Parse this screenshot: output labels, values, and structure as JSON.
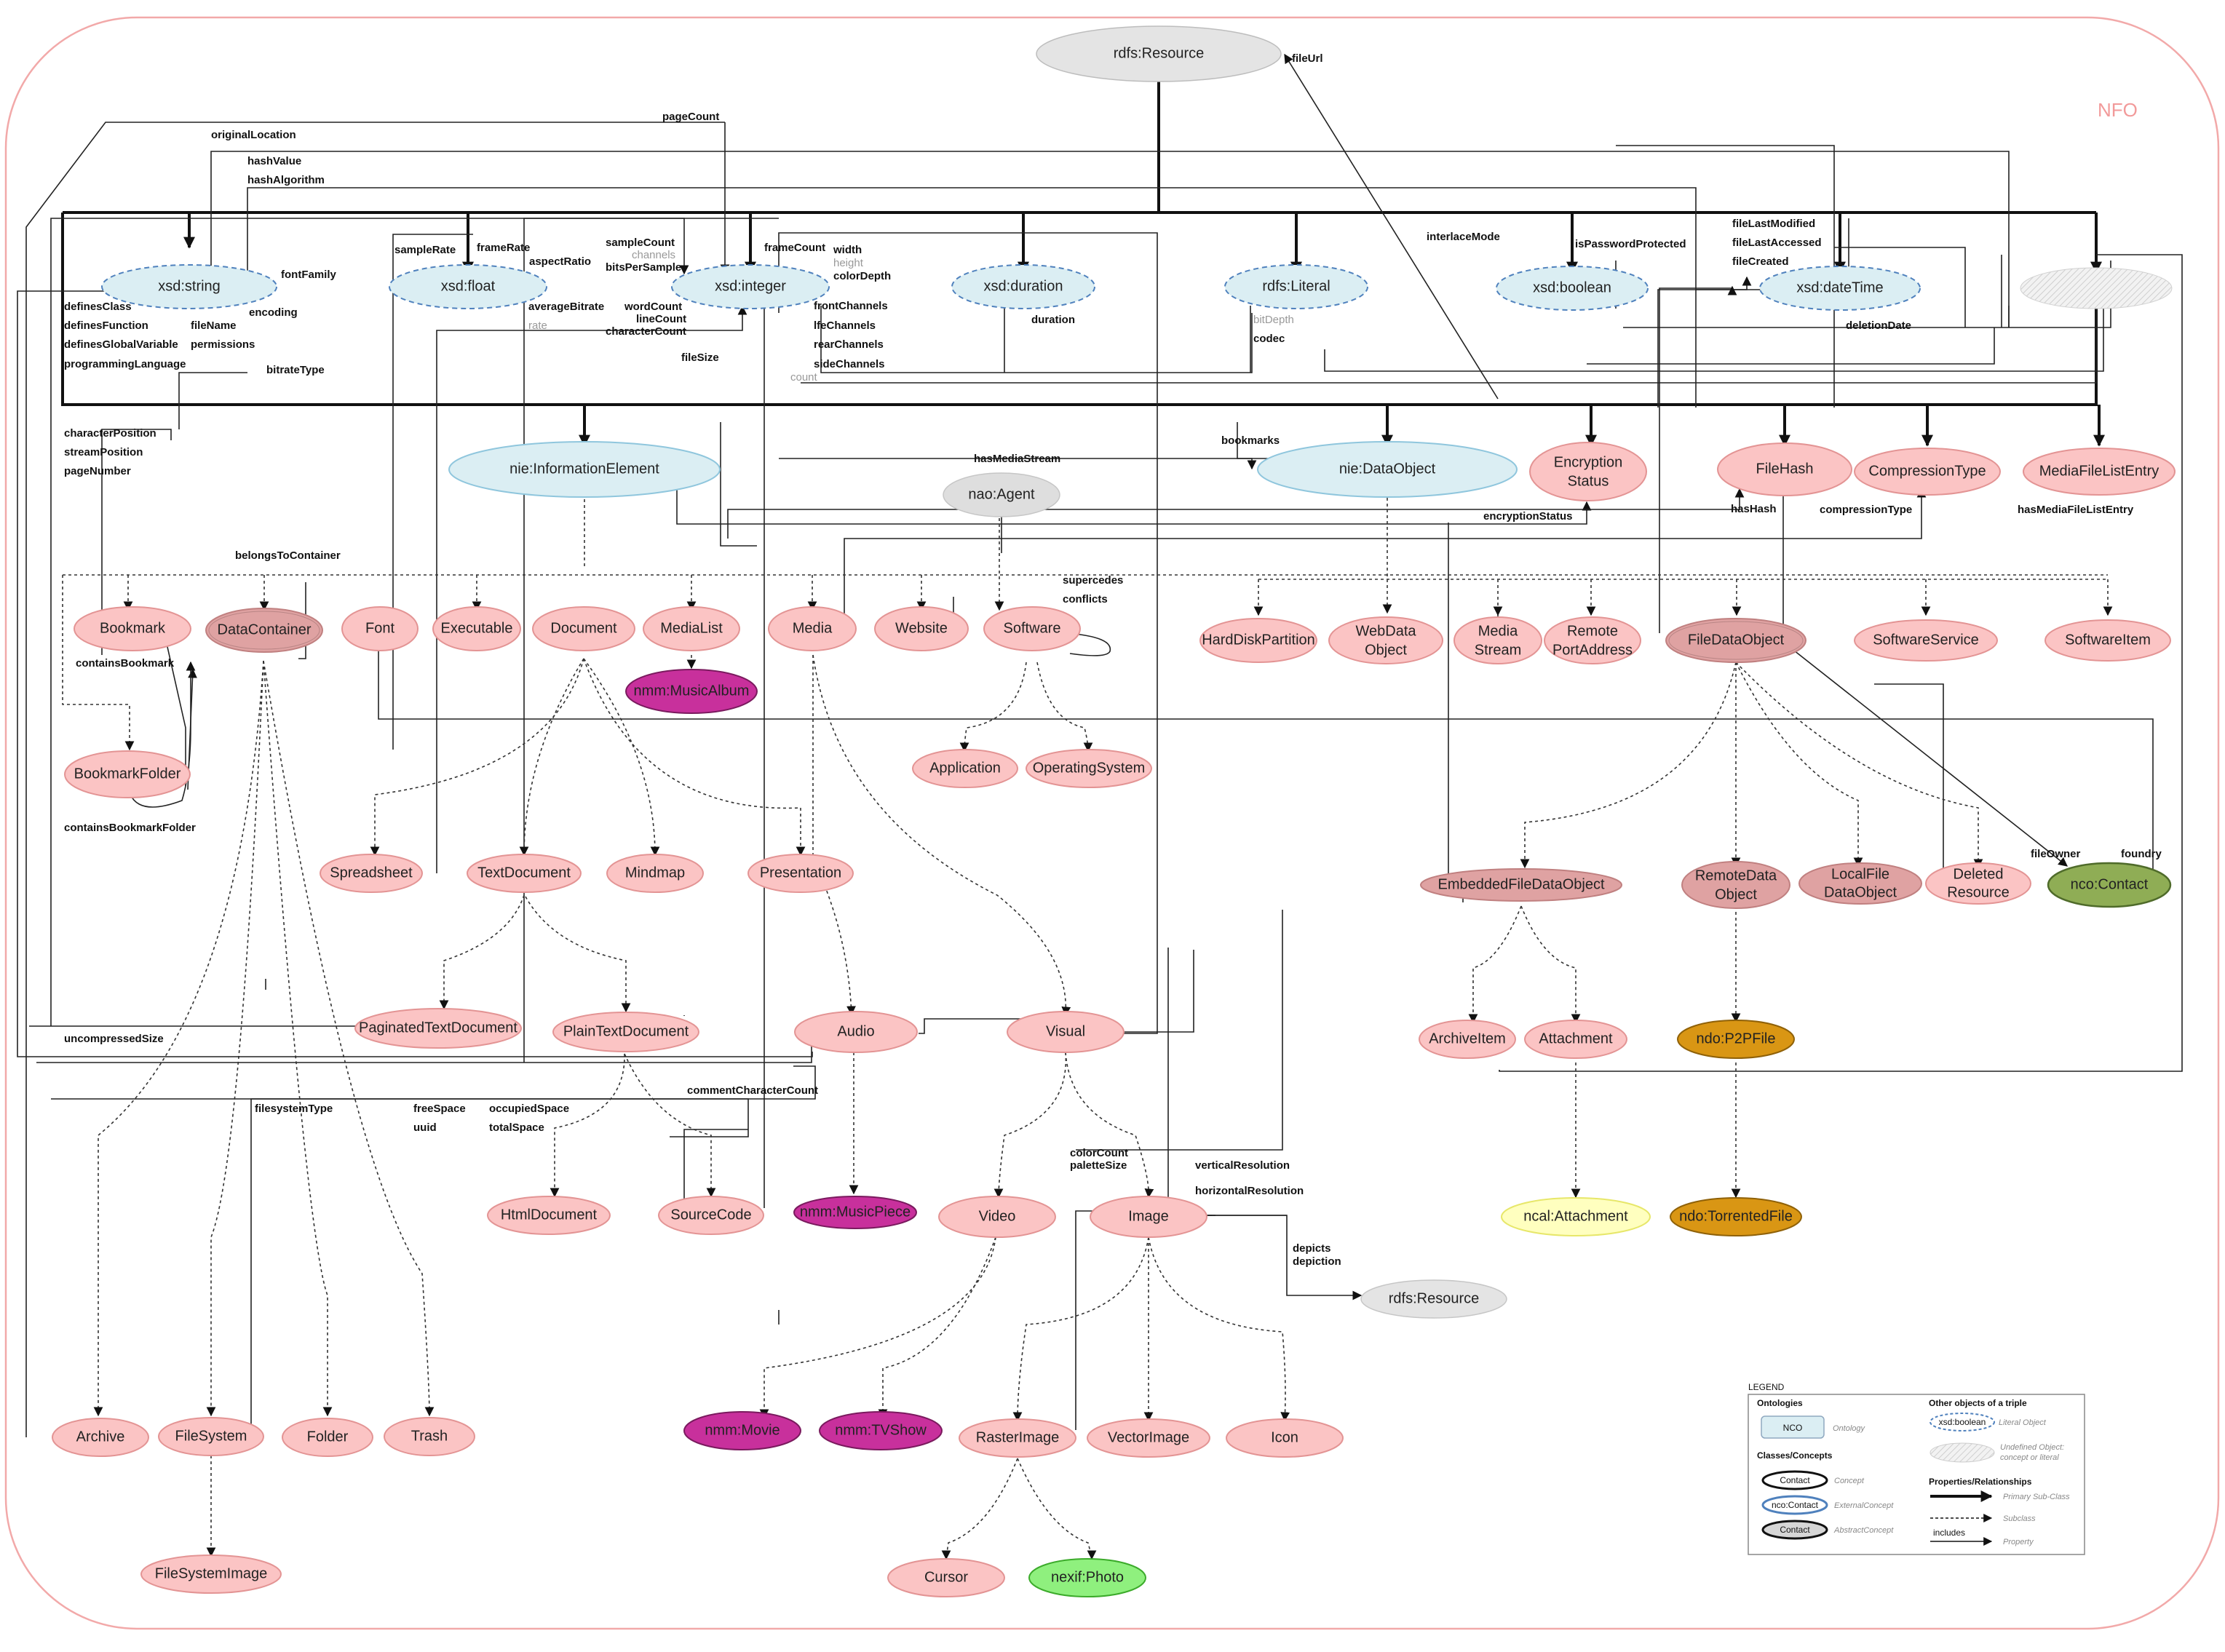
{
  "ontology_label": "NFO",
  "colors": {
    "concept_fill": "#fbc4c4",
    "concept_stroke": "#e39494",
    "abstract_fill": "#dfa2a2",
    "music_fill": "#c8309c",
    "external_fill": "#dbeef3",
    "grey_fill": "#e4e4e4",
    "contact_fill": "#8fad55",
    "p2p_fill": "#d99614",
    "attachment_fill": "#ffffbf",
    "photo_fill": "#8ff07e",
    "frame_stroke": "#f2a9a9",
    "nfo_label": "#f29a9a"
  },
  "nodes": {
    "rdfs_resource_top": "rdfs:Resource",
    "xsd_string": "xsd:string",
    "xsd_float": "xsd:float",
    "xsd_integer": "xsd:integer",
    "xsd_duration": "xsd:duration",
    "rdfs_literal": "rdfs:Literal",
    "xsd_boolean": "xsd:boolean",
    "xsd_datetime": "xsd:dateTime",
    "undefined_node": "",
    "information_element": "nie:InformationElement",
    "data_object": "nie:DataObject",
    "nao_agent": "nao:Agent",
    "encryption_status_1": "Encryption",
    "encryption_status_2": "Status",
    "file_hash": "FileHash",
    "compression_type": "CompressionType",
    "media_file_list_entry": "MediaFileListEntry",
    "bookmark": "Bookmark",
    "data_container": "DataContainer",
    "font": "Font",
    "executable": "Executable",
    "document": "Document",
    "media_list": "MediaList",
    "media": "Media",
    "website": "Website",
    "software": "Software",
    "music_album": "nmm:MusicAlbum",
    "bookmark_folder": "BookmarkFolder",
    "application": "Application",
    "operating_system": "OperatingSystem",
    "spreadsheet": "Spreadsheet",
    "text_document": "TextDocument",
    "mindmap": "Mindmap",
    "presentation": "Presentation",
    "paginated_text_document": "PaginatedTextDocument",
    "plain_text_document": "PlainTextDocument",
    "audio": "Audio",
    "visual": "Visual",
    "html_document": "HtmlDocument",
    "source_code": "SourceCode",
    "music_piece": "nmm:MusicPiece",
    "video": "Video",
    "image": "Image",
    "rdfs_resource_bottom": "rdfs:Resource",
    "archive": "Archive",
    "file_system": "FileSystem",
    "folder": "Folder",
    "trash": "Trash",
    "movie": "nmm:Movie",
    "tvshow": "nmm:TVShow",
    "raster_image": "RasterImage",
    "vector_image": "VectorImage",
    "icon": "Icon",
    "file_system_image": "FileSystemImage",
    "cursor": "Cursor",
    "photo": "nexif:Photo",
    "hard_disk_partition": "HardDiskPartition",
    "web_data_object_1": "WebData",
    "web_data_object_2": "Object",
    "media_stream_1": "Media",
    "media_stream_2": "Stream",
    "remote_port_address_1": "Remote",
    "remote_port_address_2": "PortAddress",
    "file_data_object": "FileDataObject",
    "software_service": "SoftwareService",
    "software_item": "SoftwareItem",
    "embedded_file_data_object": "EmbeddedFileDataObject",
    "remote_data_object_1": "RemoteData",
    "remote_data_object_2": "Object",
    "local_file_data_object_1": "LocalFile",
    "local_file_data_object_2": "DataObject",
    "deleted_resource_1": "Deleted",
    "deleted_resource_2": "Resource",
    "nco_contact": "nco:Contact",
    "archive_item": "ArchiveItem",
    "attachment": "Attachment",
    "p2p_file": "ndo:P2PFile",
    "ncal_attachment": "ncal:Attachment",
    "torrented_file": "ndo:TorrentedFile"
  },
  "properties": {
    "file_url": "fileUrl",
    "page_count": "pageCount",
    "original_location": "originalLocation",
    "hash_value": "hashValue",
    "hash_algorithm": "hashAlgorithm",
    "sample_rate": "sampleRate",
    "frame_rate": "frameRate",
    "aspect_ratio": "aspectRatio",
    "sample_count": "sampleCount",
    "channels": "channels",
    "bits_per_sample": "bitsPerSample",
    "frame_count": "frameCount",
    "width": "width",
    "height": "height",
    "color_depth": "colorDepth",
    "interlace_mode": "interlaceMode",
    "is_password_protected": "isPasswordProtected",
    "file_last_modified": "fileLastModified",
    "file_last_accessed": "fileLastAccessed",
    "file_created": "fileCreated",
    "font_family": "fontFamily",
    "defines_class": "definesClass",
    "defines_function": "definesFunction",
    "defines_global_variable": "definesGlobalVariable",
    "programming_language": "programmingLanguage",
    "encoding": "encoding",
    "file_name": "fileName",
    "permissions": "permissions",
    "average_bitrate": "averageBitrate",
    "rate": "rate",
    "word_count": "wordCount",
    "line_count": "lineCount",
    "character_count": "characterCount",
    "front_channels": "frontChannels",
    "lfe_channels": "lfeChannels",
    "rear_channels": "rearChannels",
    "side_channels": "sideChannels",
    "duration": "duration",
    "bit_depth": "bitDepth",
    "codec": "codec",
    "deletion_date": "deletionDate",
    "bitrate_type": "bitrateType",
    "file_size": "fileSize",
    "count": "count",
    "character_position": "characterPosition",
    "stream_position": "streamPosition",
    "page_number": "pageNumber",
    "bookmarks": "bookmarks",
    "has_media_stream": "hasMediaStream",
    "encryption_status": "encryptionStatus",
    "has_hash": "hasHash",
    "compression_type": "compressionType",
    "has_media_file_list_entry": "hasMediaFileListEntry",
    "belongs_to_container": "belongsToContainer",
    "supercedes": "supercedes",
    "conflicts": "conflicts",
    "contains_bookmark": "containsBookmark",
    "contains_bookmark_folder": "containsBookmarkFolder",
    "uncompressed_size": "uncompressedSize",
    "comment_character_count": "commentCharacterCount",
    "filesystem_type": "filesystemType",
    "free_space": "freeSpace",
    "uuid": "uuid",
    "occupied_space": "occupiedSpace",
    "total_space": "totalSpace",
    "color_count": "colorCount",
    "palette_size": "paletteSize",
    "vertical_resolution": "verticalResolution",
    "horizontal_resolution": "horizontalResolution",
    "depicts": "depicts",
    "depiction": "depiction",
    "file_owner": "fileOwner",
    "foundry": "foundry"
  },
  "legend": {
    "title": "LEGEND",
    "ontologies": "Ontologies",
    "nco": "NCO",
    "ontology": "Ontology",
    "classes_concepts": "Classes/Concepts",
    "contact": "Contact",
    "concept": "Concept",
    "nco_contact": "nco:Contact",
    "external_concept": "ExternalConcept",
    "abstract_concept": "AbstractConcept",
    "other_objects": "Other objects of a triple",
    "xsd_boolean": "xsd:boolean",
    "literal_object": "Literal Object",
    "undefined_object_1": "Undefined Object:",
    "undefined_object_2": "concept or literal",
    "properties_relationships": "Properties/Relationships",
    "primary_subclass": "Primary Sub-Class",
    "subclass": "Subclass",
    "includes": "includes",
    "property": "Property"
  }
}
